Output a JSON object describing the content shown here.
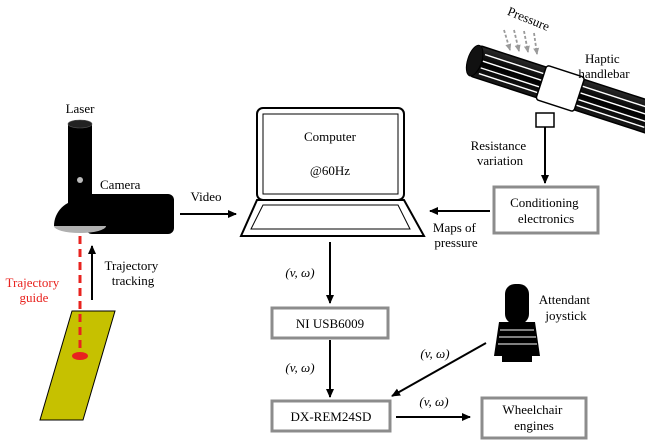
{
  "labels": {
    "laser": "Laser",
    "camera": "Camera",
    "video": "Video",
    "computer": "Computer",
    "rate": "@60Hz",
    "pressure": "Pressure",
    "haptic_line1": "Haptic",
    "haptic_line2": "handlebar",
    "resistance_line1": "Resistance",
    "resistance_line2": "variation",
    "conditioning_line1": "Conditioning",
    "conditioning_line2": "electronics",
    "maps_line1": "Maps of",
    "maps_line2": "pressure",
    "trajectory_guide_line1": "Trajectory",
    "trajectory_guide_line2": "guide",
    "trajectory_tracking_line1": "Trajectory",
    "trajectory_tracking_line2": "tracking",
    "vw1": "(v, ω)",
    "vw2": "(v, ω)",
    "vw3": "(v, ω)",
    "vw4": "(v, ω)",
    "ni_box": "NI USB6009",
    "dx_box": "DX-REM24SD",
    "attendant_line1": "Attendant",
    "attendant_line2": "joystick",
    "wheelchair_line1": "Wheelchair",
    "wheelchair_line2": "engines"
  },
  "colors": {
    "trajectory": "#e8231f",
    "track": "#c6c100",
    "box_border": "#8c8c8c",
    "ink": "#000000"
  }
}
